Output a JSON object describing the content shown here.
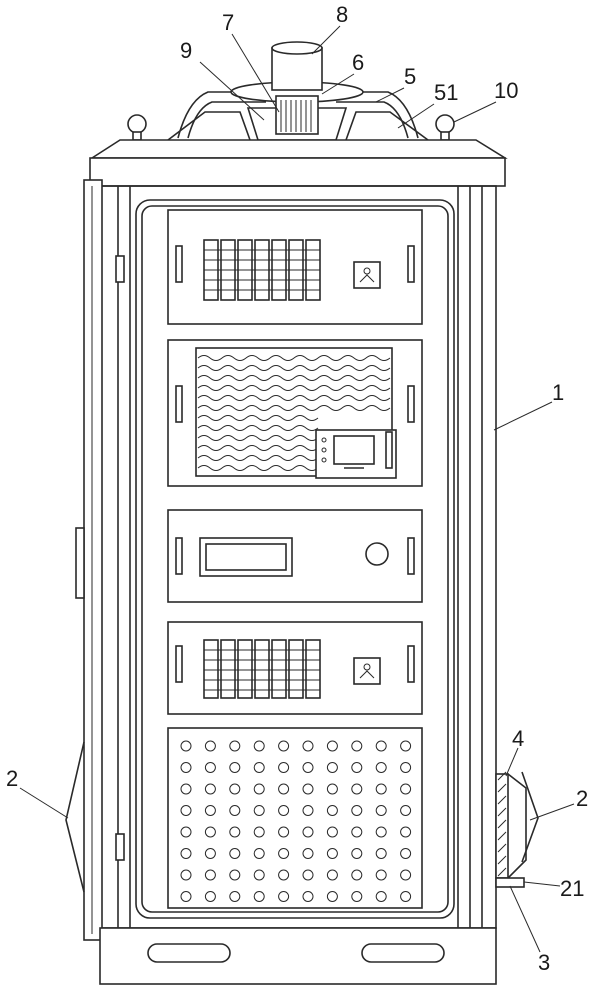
{
  "labels": {
    "l1": "1",
    "l2a": "2",
    "l2b": "2",
    "l3": "3",
    "l4": "4",
    "l5": "5",
    "l51": "51",
    "l6": "6",
    "l7": "7",
    "l8": "8",
    "l9": "9",
    "l10": "10",
    "l21": "21"
  }
}
